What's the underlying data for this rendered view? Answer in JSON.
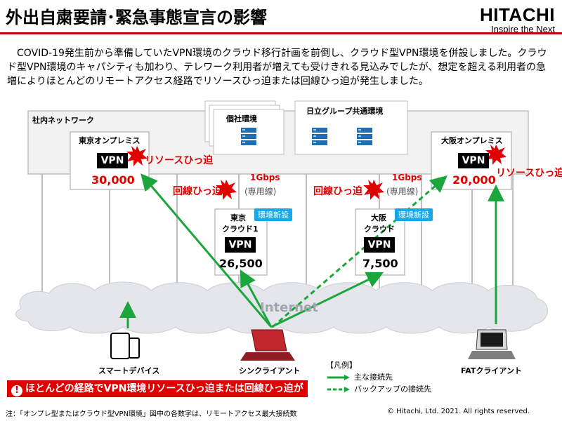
{
  "header": {
    "title": "外出自粛要請･緊急事態宣言の影響",
    "brand": "HITACHI",
    "tagline": "Inspire the Next"
  },
  "intro": "COVID-19発生前から準備していたVPN環境のクラウド移行計画を前倒し、クラウド型VPN環境を併設しました。クラウド型VPN環境のキャパシティも加わり、テレワーク利用者が増えても受けきれる見込みでしたが、想定を超える利用者の急増によりほとんどのリモートアクセス経路でリソースひっ迫または回線ひっ迫が発生しました。",
  "diagram": {
    "internal_network": "社内ネットワーク",
    "other_company_env": "個社環境",
    "group_env": "日立グループ共通環境",
    "tokyo_onprem": {
      "label": "東京オンプレミス",
      "vpn": "VPN",
      "count": "30,000",
      "alert": "リソースひっ迫"
    },
    "osaka_onprem": {
      "label": "大阪オンプレミス",
      "vpn": "VPN",
      "count": "20,000",
      "alert": "リソースひっ迫"
    },
    "tokyo_cloud": {
      "label_line1": "東京",
      "label_line2": "クラウド1",
      "vpn": "VPN",
      "count": "26,500",
      "badge": "環境新設"
    },
    "osaka_cloud": {
      "label_line1": "大阪",
      "label_line2": "クラウド",
      "vpn": "VPN",
      "count": "7,500",
      "badge": "環境新設"
    },
    "line_alert_left": {
      "text": "回線ひっ迫",
      "bandwidth": "1Gbps",
      "type": "(専用線)"
    },
    "line_alert_right": {
      "text": "回線ひっ迫",
      "bandwidth": "1Gbps",
      "type": "(専用線)"
    },
    "internet": "Internet",
    "smart_device": "スマートデバイス",
    "thin_client": "シンクライアント",
    "fat_client": "FATクライアント"
  },
  "legend": {
    "title": "【凡例】",
    "primary": "主な接続先",
    "backup": "バックアップの接続先"
  },
  "alert_bar": "ほとんどの経路でVPN環境リソースひっ迫または回線ひっ迫が発生",
  "footnote": "注：「オンプレ型またはクラウド型VPN環境」図中の各数字は、リモートアクセス最大接続数",
  "copyright": "© Hitachi, Ltd. 2021.  All rights reserved.",
  "colors": {
    "title_rule": "#c00000",
    "alert": "#e00000",
    "arrow_green": "#1aa63a",
    "badge_blue": "#1aa7e8",
    "server_blue": "#1f6fb2"
  }
}
